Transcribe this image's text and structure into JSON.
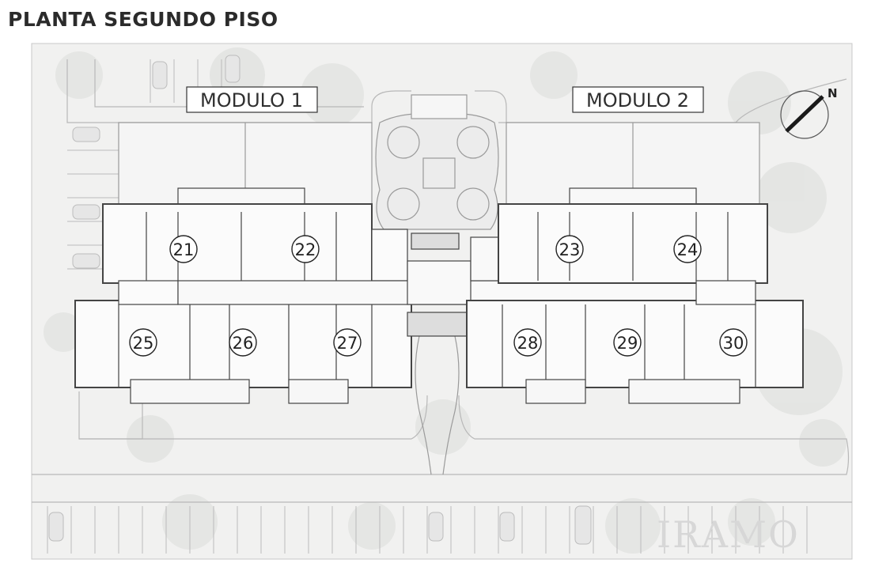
{
  "title": "PLANTA SEGUNDO PISO",
  "modules": [
    {
      "label": "MODULO 1"
    },
    {
      "label": "MODULO 2"
    }
  ],
  "north_label": "N",
  "units": [
    "21",
    "22",
    "23",
    "24",
    "25",
    "26",
    "27",
    "28",
    "29",
    "30"
  ],
  "watermark": "IRAMO",
  "colors": {
    "site": "#f0f0ef",
    "building": "#fafafa",
    "lines": "#555555",
    "trees": "#e4e5e3"
  }
}
